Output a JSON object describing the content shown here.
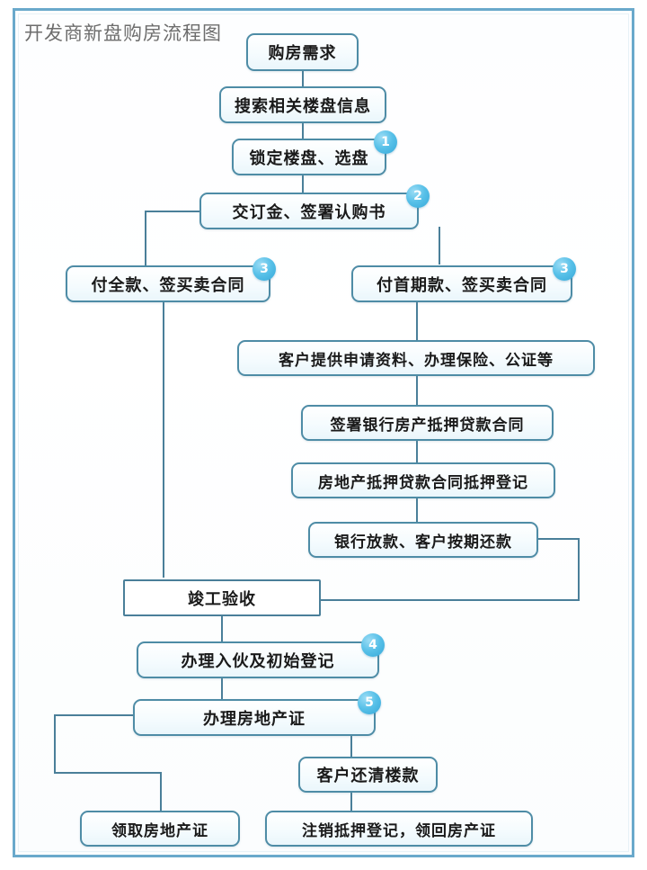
{
  "title": "开发商新盘购房流程图",
  "theme": {
    "frame_border": "#6aa9cb",
    "node_border": "#4e8ca6",
    "line_color": "#4a7f99",
    "badge_color": "#36a8d8",
    "title_color": "#6d6d6d",
    "page_background": "#ffffff"
  },
  "nodes": [
    {
      "id": "n1",
      "label": "购房需求",
      "badge": null
    },
    {
      "id": "n2",
      "label": "搜索相关楼盘信息",
      "badge": null
    },
    {
      "id": "n3",
      "label": "锁定楼盘、选盘",
      "badge": "1"
    },
    {
      "id": "n4",
      "label": "交订金、签署认购书",
      "badge": "2"
    },
    {
      "id": "n5",
      "label": "付全款、签买卖合同",
      "badge": "3"
    },
    {
      "id": "n6",
      "label": "付首期款、签买卖合同",
      "badge": "3"
    },
    {
      "id": "n7",
      "label": "客户提供申请资料、办理保险、公证等",
      "badge": null
    },
    {
      "id": "n8",
      "label": "签署银行房产抵押贷款合同",
      "badge": null
    },
    {
      "id": "n9",
      "label": "房地产抵押贷款合同抵押登记",
      "badge": null
    },
    {
      "id": "n10",
      "label": "银行放款、客户按期还款",
      "badge": null
    },
    {
      "id": "n11",
      "label": "竣工验收",
      "badge": null
    },
    {
      "id": "n12",
      "label": "办理入伙及初始登记",
      "badge": "4"
    },
    {
      "id": "n13",
      "label": "办理房地产证",
      "badge": "5"
    },
    {
      "id": "n14",
      "label": "客户还清楼款",
      "badge": null
    },
    {
      "id": "n15",
      "label": "领取房地产证",
      "badge": null
    },
    {
      "id": "n16",
      "label": "注销抵押登记，领回房产证",
      "badge": null
    }
  ]
}
